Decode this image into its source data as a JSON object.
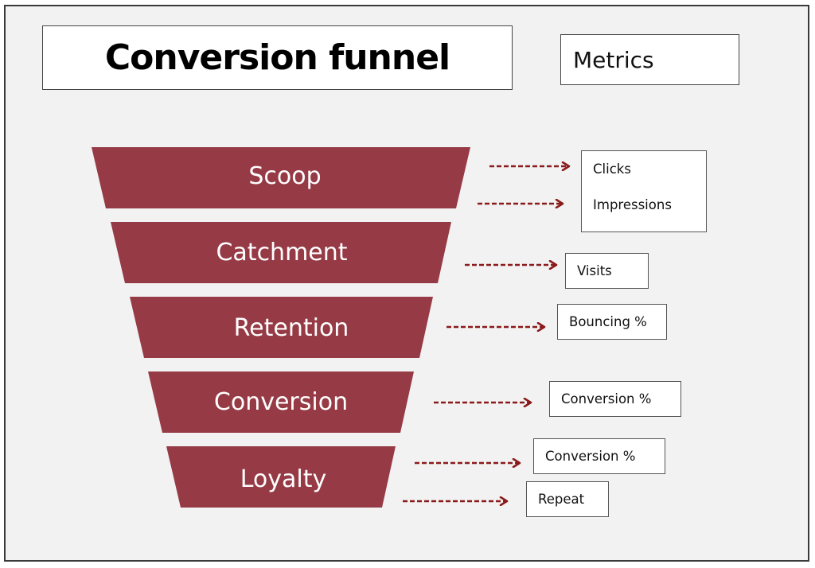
{
  "title": "Conversion funnel",
  "metrics_header": "Metrics",
  "colors": {
    "funnel_fill": "#963a45",
    "arrow": "#8b1a1a",
    "background": "#f2f2f2",
    "box_fill": "#ffffff"
  },
  "stages": [
    {
      "label": "Scoop"
    },
    {
      "label": "Catchment"
    },
    {
      "label": "Retention"
    },
    {
      "label": "Conversion"
    },
    {
      "label": "Loyalty"
    }
  ],
  "metric_boxes": [
    {
      "stage": "Scoop",
      "items": [
        "Clicks",
        "Impressions"
      ]
    },
    {
      "stage": "Catchment",
      "items": [
        "Visits"
      ]
    },
    {
      "stage": "Retention",
      "items": [
        "Bouncing %"
      ]
    },
    {
      "stage": "Conversion",
      "items": [
        "Conversion %"
      ]
    },
    {
      "stage": "Loyalty",
      "items": [
        "Conversion %"
      ]
    },
    {
      "stage": "Loyalty",
      "items": [
        "Repeat"
      ]
    }
  ]
}
